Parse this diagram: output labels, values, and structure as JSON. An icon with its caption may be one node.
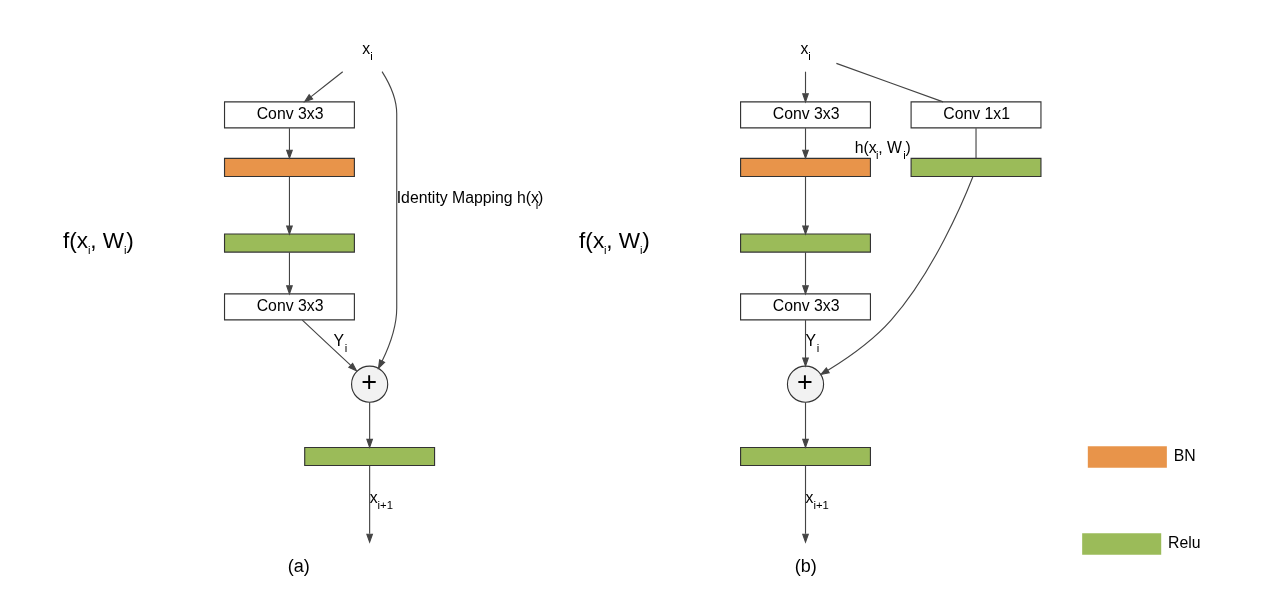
{
  "diagram": {
    "nodes": [
      {
        "text": [
          "x$_{i}$"
        ]
      },
      {
        "text": [
          "Conv 3x3"
        ]
      },
      {
        "text": [],
        "shape": "bar"
      },
      {
        "text": [],
        "shape": "bar"
      },
      {
        "text": [
          "Conv 3x3"
        ]
      },
      {
        "text": [
          "+"
        ]
      },
      {
        "text": [],
        "shape": "bar"
      },
      {
        "text": [
          "x$_{i}$"
        ]
      },
      {
        "text": [
          "Conv 3x3"
        ]
      },
      {
        "text": [],
        "shape": "bar"
      },
      {
        "text": [],
        "shape": "bar"
      },
      {
        "text": [
          "Conv 3x3"
        ]
      },
      {
        "text": [
          "+"
        ]
      },
      {
        "text": [],
        "shape": "bar"
      },
      {
        "text": [
          "Conv 1x1"
        ]
      },
      {
        "text": [],
        "shape": "bar",
        "beside": [
          "h(x$_{i}$, W$_{i}$)"
        ]
      }
    ],
    "edges": [
      {
        "from": 0,
        "to": 1,
        "arrow": "to"
      },
      {
        "from": 1,
        "to": 2,
        "arrow": "to"
      },
      {
        "from": 2,
        "to": 3,
        "arrow": "to"
      },
      {
        "from": 3,
        "to": 4,
        "arrow": "to"
      },
      {
        "from": 4,
        "to": 5,
        "arrow": "to",
        "label": "Y$_{i}$"
      },
      {
        "from": 0,
        "to": 5,
        "arrow": "to",
        "label": "Identity Mapping h(x$_{i}$)"
      },
      {
        "from": 5,
        "to": 6,
        "arrow": "to"
      },
      {
        "from": 6,
        "to": null,
        "arrow": "to",
        "label": "x$_{i+1}$"
      },
      {
        "from": 7,
        "to": 8,
        "arrow": "to"
      },
      {
        "from": 8,
        "to": 9,
        "arrow": "to"
      },
      {
        "from": 9,
        "to": 10,
        "arrow": "to"
      },
      {
        "from": 10,
        "to": 11,
        "arrow": "to"
      },
      {
        "from": 11,
        "to": 12,
        "arrow": "to",
        "label": "Y$_{i}$"
      },
      {
        "from": 7,
        "to": 14,
        "arrow": "none"
      },
      {
        "from": 14,
        "to": 15,
        "arrow": "none"
      },
      {
        "from": 15,
        "to": 12,
        "arrow": "to"
      },
      {
        "from": 12,
        "to": 13,
        "arrow": "to"
      },
      {
        "from": 13,
        "to": null,
        "arrow": "to",
        "label": "x$_{i+1}$"
      }
    ],
    "labels": [
      "f(x$_{i}$, W$_{i}$)",
      "(a)",
      "f(x$_{i}$, W$_{i}$)",
      "(b)"
    ],
    "legend": [
      {
        "text": "BN",
        "color": "#e8944a"
      },
      {
        "text": "Relu",
        "color": "#9bbb59"
      }
    ]
  }
}
